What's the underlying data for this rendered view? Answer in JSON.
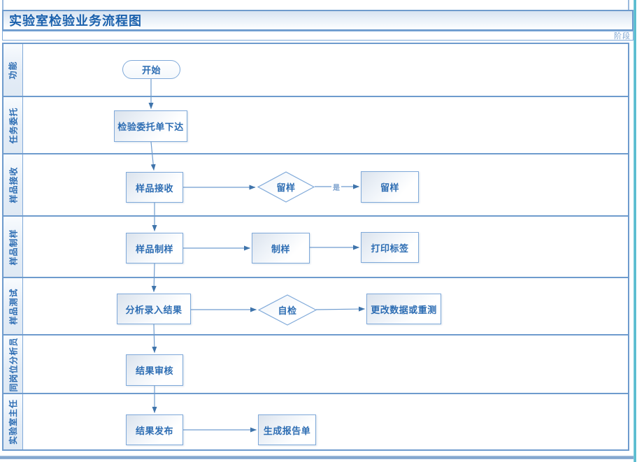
{
  "title": "实验室检验业务流程图",
  "phase_label": "阶段",
  "lanes": [
    {
      "label": "功能"
    },
    {
      "label": "任务委托"
    },
    {
      "label": "样品接收"
    },
    {
      "label": "样品制样"
    },
    {
      "label": "样品测试"
    },
    {
      "label": "同岗位分析员"
    },
    {
      "label": "实验室主任"
    }
  ],
  "nodes": {
    "start": "开始",
    "issue_order": "检验委托单下达",
    "sample_receive": "样品接收",
    "retain_decision": "留样",
    "retain_sample": "留样",
    "sample_prep": "样品制样",
    "prep": "制样",
    "print_label": "打印标签",
    "analyze_input": "分析录入结果",
    "self_check": "自检",
    "modify_retest": "更改数据或重测",
    "result_review": "结果审核",
    "result_publish": "结果发布",
    "generate_report": "生成报告单"
  },
  "edge_labels": {
    "yes": "是"
  },
  "colors": {
    "frame_border": "#6e9bcd",
    "node_border": "#7fa9d9",
    "text_blue": "#2d6db3",
    "title_blue": "#1a60ac",
    "connector_line": "#6f9ccf",
    "arrow_head": "#3f74ab",
    "window_edge_teal": "#3fb0c6",
    "bottom_bar": "#7da2cc"
  }
}
